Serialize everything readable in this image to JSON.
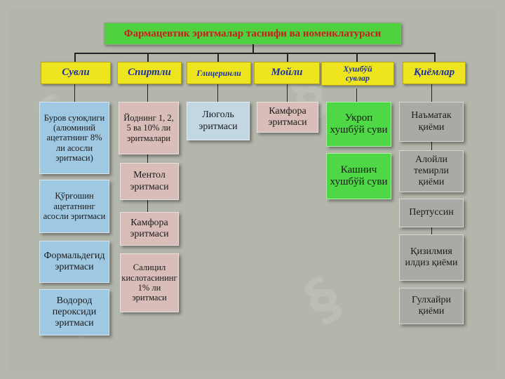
{
  "diagram": {
    "title": "Фармацевтик эритмалар таснифи ва номенклатураси",
    "categories": [
      {
        "label": "Сувли",
        "items": [
          "Буров суюқлиги (алюминий ацетатнинг 8% ли асосли эритмаси)",
          "Қўрғошин ацетатнинг асосли эритмаси",
          "Формальдегид эритмаси",
          "Водород пероксиди эритмаси"
        ]
      },
      {
        "label": "Спиртли",
        "items": [
          "Йоднинг 1, 2, 5 ва 10% ли эритмалари",
          "Ментол эритмаси",
          "Камфора эритмаси",
          "Салицил кислотасининг 1% ли эритмаси"
        ]
      },
      {
        "label": "Глицеринли",
        "items": [
          "Люголь эритмаси"
        ]
      },
      {
        "label": "Мойли",
        "items": [
          "Камфора эритмаси"
        ]
      },
      {
        "label": "Хушбўй сувлар",
        "items": [
          "Укроп хушбўй суви",
          "Кашнич хушбўй суви"
        ]
      },
      {
        "label": "Қиёмлар",
        "items": [
          "Наъматак қиёми",
          "Алойли темирли қиёми",
          "Пертуссин",
          "Қизилмия илдиз қиёми",
          "Гулхайри қиёми"
        ]
      }
    ]
  },
  "colors": {
    "title_bg": "#4fd13f",
    "title_text": "#c81e1e",
    "category_bg": "#efe51f",
    "category_text": "#1a2fa8",
    "aqueous": "#9fc8e2",
    "alcoholic": "#d8bdb9",
    "glycerin": "#c3d6e3",
    "oil": "#d8bdb9",
    "aromatic_water": "#4fd845",
    "syrup": "#a9aaa6"
  }
}
